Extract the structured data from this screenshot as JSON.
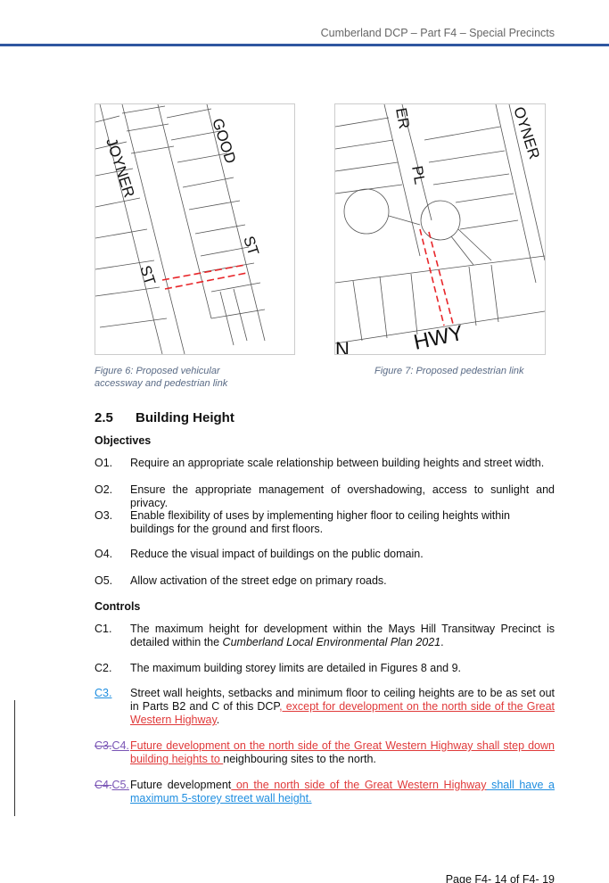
{
  "header": {
    "title": "Cumberland DCP – Part F4 – Special Precincts"
  },
  "figures": [
    {
      "caption": "Figure 6: Proposed vehicular accessway and pedestrian link",
      "labels": [
        "JOYNER",
        "GOOD",
        "ST",
        "ST"
      ]
    },
    {
      "caption": "Figure 7: Proposed pedestrian link",
      "labels": [
        "ER",
        "PL",
        "OYNER",
        "HWY",
        "N"
      ]
    }
  ],
  "section": {
    "number": "2.5",
    "title": "Building Height"
  },
  "objectives": {
    "heading": "Objectives",
    "items": [
      {
        "num": "O1.",
        "text": "Require an appropriate scale relationship between building heights and street width."
      },
      {
        "num": "O2.",
        "text": "Ensure the appropriate management of overshadowing, access to sunlight and privacy."
      },
      {
        "num": "O3.",
        "text": "Enable flexibility of uses by implementing higher floor to ceiling heights within buildings for the ground and first floors."
      },
      {
        "num": "O4.",
        "text": "Reduce the visual impact of buildings on the public domain."
      },
      {
        "num": "O5.",
        "text": "Allow activation of the street edge on primary roads."
      }
    ]
  },
  "controls": {
    "heading": "Controls",
    "c1": {
      "num": "C1.",
      "text": "The maximum height for development within the Mays Hill Transitway Precinct is detailed within the ",
      "italic": "Cumberland Local Environmental Plan 2021",
      "end": "."
    },
    "c2": {
      "num": "C2.",
      "text": "The maximum building storey limits are detailed in Figures 8 and 9."
    },
    "c3": {
      "num": "C3.",
      "text": "Street wall heights, setbacks and minimum floor to ceiling heights are to be as set out in Parts B2 and C of this DCP",
      "inserted": ", except for development on the north side of the Great Western Highway",
      "end": "."
    },
    "c4": {
      "old_num": "C3.",
      "num": "C4.",
      "inserted": "Future development on the north side of the Great Western Highway shall step down building heights to ",
      "text": "neighbouring sites to the north."
    },
    "c5": {
      "old_num": "C4.",
      "num": "C5.",
      "text": "Future development",
      "inserted": " on the north side of the Great Western Highway",
      "inserted2": " shall have a maximum 5-storey street wall height."
    }
  },
  "footer": {
    "page": "Page F4- 14 of F4- 19"
  },
  "colors": {
    "rule": "#2f56a0",
    "insert_red": "#e03a3a",
    "insert_blue": "#1f8ee0",
    "revision_purple": "#7a55b5"
  }
}
